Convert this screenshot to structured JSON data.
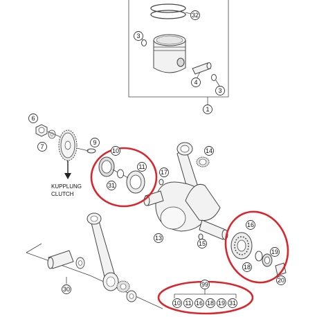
{
  "callouts": {
    "c32": "32",
    "c3a": "3",
    "c4": "4",
    "c3b": "3",
    "c1": "1",
    "c6": "6",
    "c7": "7",
    "c9": "9",
    "c10": "10",
    "c11": "11",
    "c31": "31",
    "c17": "17",
    "c14": "14",
    "c13": "13",
    "c15": "15",
    "c16": "16",
    "c19": "19",
    "c18": "18",
    "c20": "20",
    "c30": "30",
    "c99": "99"
  },
  "kit_row": [
    "10",
    "11",
    "16",
    "18",
    "19",
    "31"
  ],
  "labels": {
    "line1": "KUPPLUNG",
    "line2": "CLUTCH"
  },
  "highlight_color": "#d8262c"
}
